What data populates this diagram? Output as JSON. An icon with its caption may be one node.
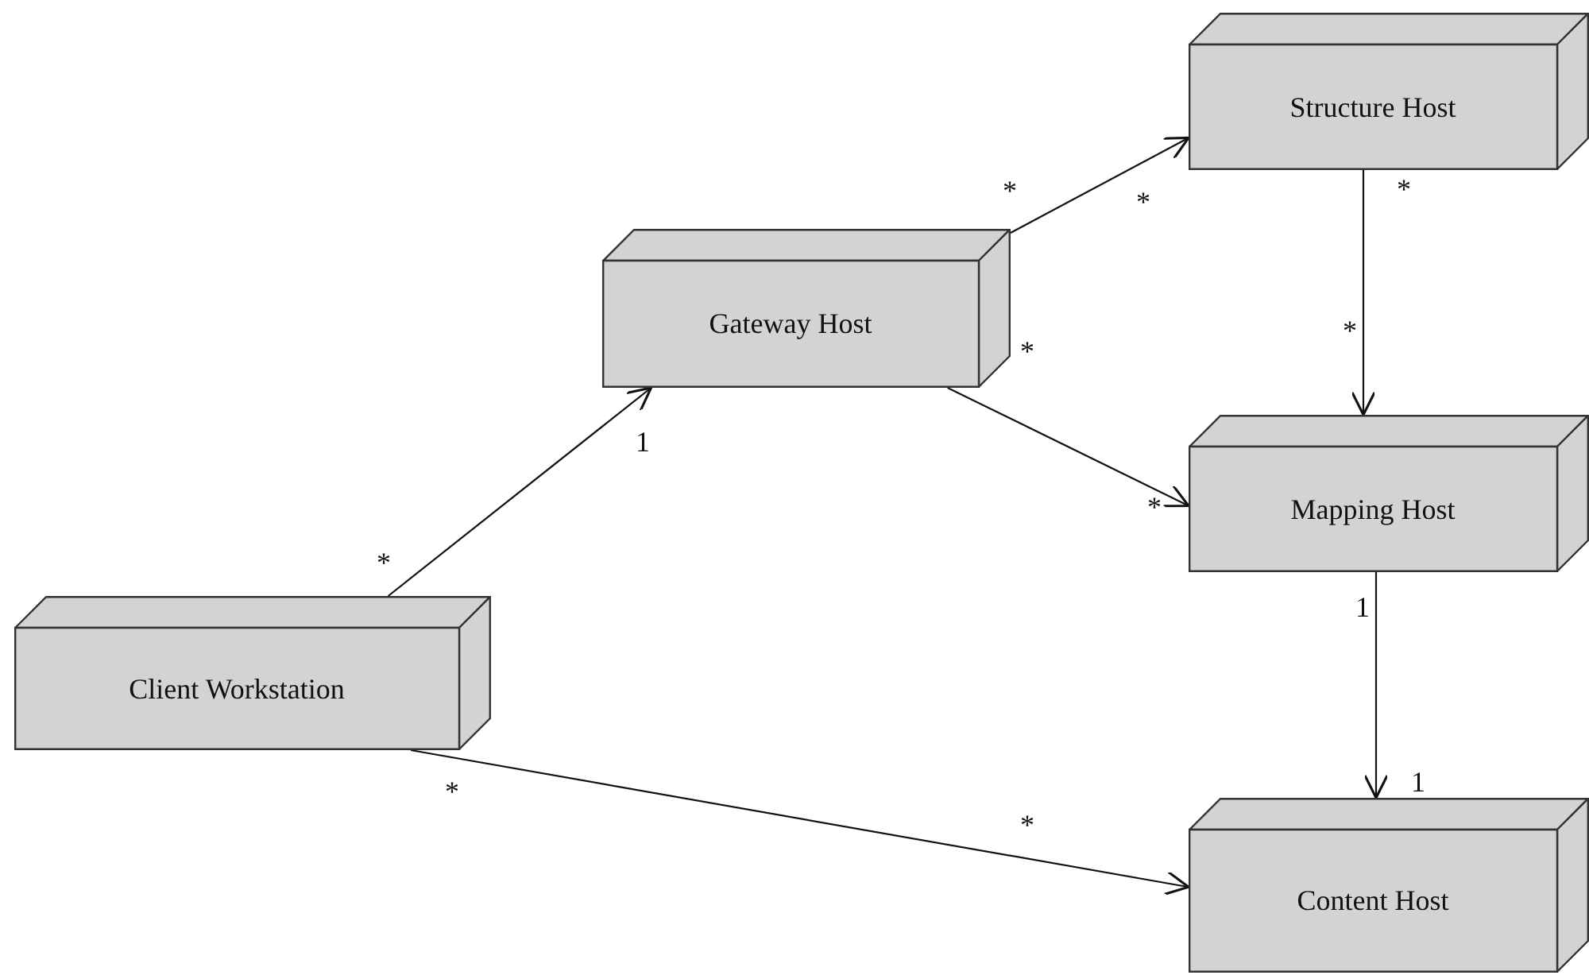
{
  "diagram": {
    "nodes": [
      {
        "text": [
          "Structure Host"
        ]
      },
      {
        "text": [
          "Gateway Host"
        ]
      },
      {
        "text": [
          "Mapping Host"
        ]
      },
      {
        "text": [
          "Client Workstation"
        ]
      },
      {
        "text": [
          "Content Host"
        ]
      }
    ],
    "edges": [
      {
        "from": 3,
        "to": 1,
        "arrow": "to"
      },
      {
        "from": 1,
        "to": 0,
        "arrow": "to"
      },
      {
        "from": 1,
        "to": 2,
        "arrow": "to"
      },
      {
        "from": 0,
        "to": 2,
        "arrow": "to"
      },
      {
        "from": 2,
        "to": 4,
        "arrow": "to"
      },
      {
        "from": 3,
        "to": 4,
        "arrow": "to"
      }
    ],
    "labels": [
      "*",
      "*",
      "*",
      "*",
      "*",
      "1",
      "*",
      "*",
      "1",
      "1",
      "*",
      "*"
    ]
  }
}
